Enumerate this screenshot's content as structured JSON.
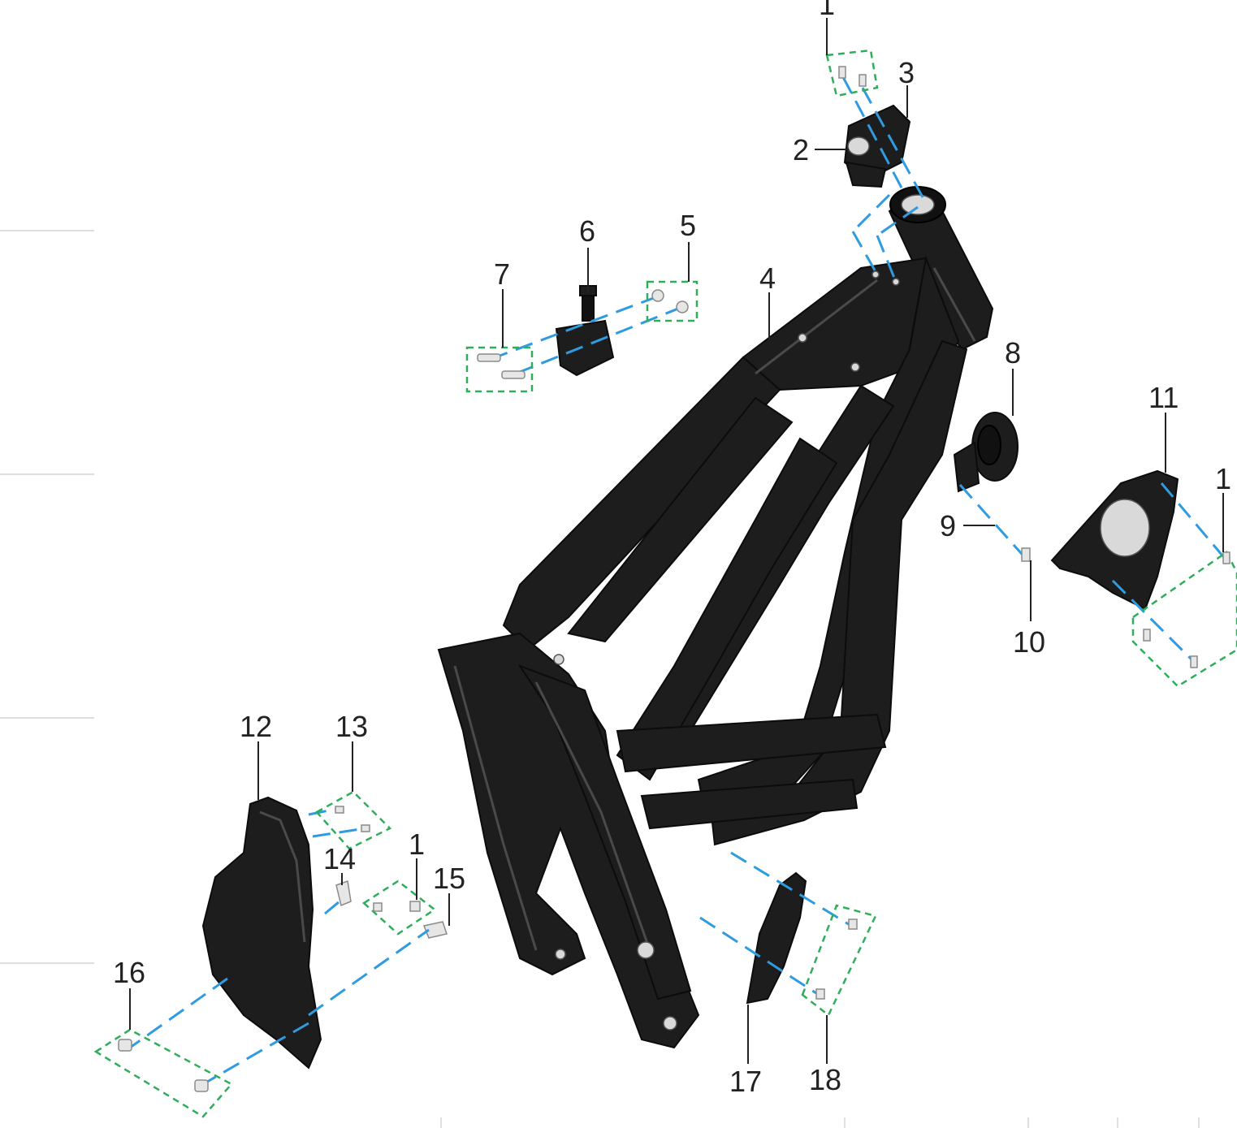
{
  "callouts": [
    {
      "id": "c1-top",
      "label": "1"
    },
    {
      "id": "c2",
      "label": "2"
    },
    {
      "id": "c3",
      "label": "3"
    },
    {
      "id": "c4",
      "label": "4"
    },
    {
      "id": "c5",
      "label": "5"
    },
    {
      "id": "c6",
      "label": "6"
    },
    {
      "id": "c7",
      "label": "7"
    },
    {
      "id": "c8",
      "label": "8"
    },
    {
      "id": "c9",
      "label": "9"
    },
    {
      "id": "c10",
      "label": "10"
    },
    {
      "id": "c11",
      "label": "11"
    },
    {
      "id": "c1-right",
      "label": "1"
    },
    {
      "id": "c12",
      "label": "12"
    },
    {
      "id": "c13",
      "label": "13"
    },
    {
      "id": "c14",
      "label": "14"
    },
    {
      "id": "c1-mid",
      "label": "1"
    },
    {
      "id": "c15",
      "label": "15"
    },
    {
      "id": "c16",
      "label": "16"
    },
    {
      "id": "c17",
      "label": "17"
    },
    {
      "id": "c18",
      "label": "18"
    }
  ],
  "colors": {
    "assembly_line": "#2f9be0",
    "fastener_box": "#2fae5a",
    "part": "#1d1d1d",
    "callout_text": "#222222"
  }
}
